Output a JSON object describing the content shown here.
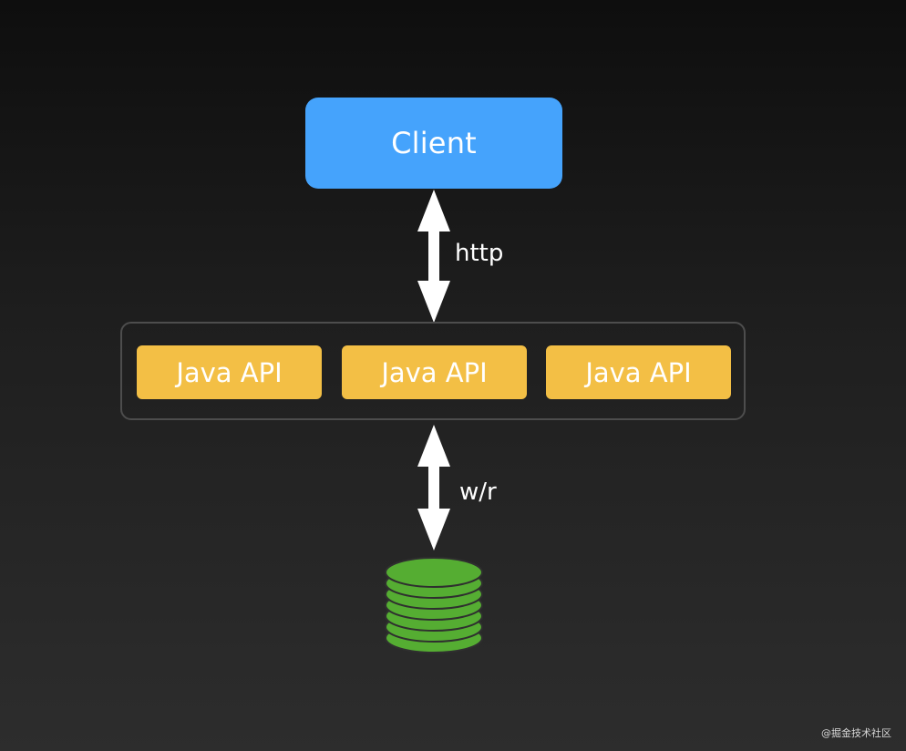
{
  "client": {
    "label": "Client",
    "color": "#45a3fc"
  },
  "api_group": {
    "items": [
      {
        "label": "Java API"
      },
      {
        "label": "Java API"
      },
      {
        "label": "Java API"
      }
    ],
    "item_color": "#f3bf45",
    "border_color": "#4d4d4d"
  },
  "connections": {
    "client_to_api": {
      "label": "http",
      "direction": "bidirectional"
    },
    "api_to_db": {
      "label": "w/r",
      "direction": "bidirectional"
    }
  },
  "database": {
    "icon": "database-stack-icon",
    "color": "#55ad32"
  },
  "watermark": {
    "text": "@掘金技术社区"
  }
}
